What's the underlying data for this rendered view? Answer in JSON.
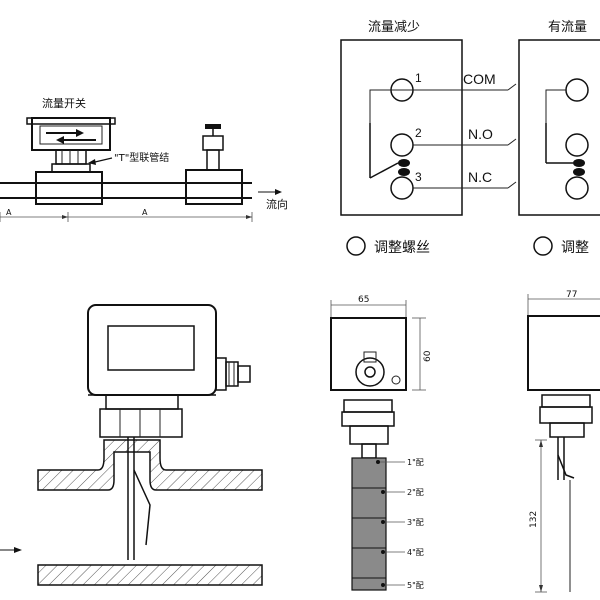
{
  "top_left": {
    "switch_label": "流量开关",
    "union_label": "\"T\"型联管结",
    "flow_label": "流向",
    "dim_a_left": "A",
    "dim_a_right": "A"
  },
  "wiring": {
    "left_title": "流量减少",
    "right_title": "有流量",
    "terminal_1": "1",
    "terminal_2": "2",
    "terminal_3": "3",
    "com": "COM",
    "no": "N.O",
    "nc": "N.C",
    "adjust_left": "调整螺丝",
    "adjust_right": "调整"
  },
  "dims": {
    "width_65": "65",
    "height_60": "60",
    "width_77": "77",
    "length_132": "132",
    "paddles": [
      "1\"配",
      "2\"配",
      "3\"配",
      "4\"配",
      "5\"配"
    ]
  }
}
